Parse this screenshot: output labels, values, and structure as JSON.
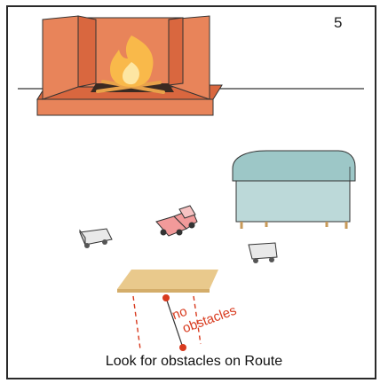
{
  "panel": {
    "number": "5"
  },
  "caption": "Look for obstacles on Route",
  "route_label": {
    "line1": "no",
    "line2": "obstacles"
  },
  "colors": {
    "fireplace": "#e8845a",
    "fireplace_dark": "#d9673f",
    "flame_outer": "#f9b94a",
    "flame_inner": "#fde6a3",
    "ottoman": "#bcd9d9",
    "ottoman_top": "#9dc7c7",
    "toy_truck": "#f29a9a",
    "toy_car": "#e9e9e9",
    "board": "#e9c98c",
    "route": "#d83a1e"
  },
  "icons": [
    "fireplace-icon",
    "fire-icon",
    "ottoman-icon",
    "toy-truck-icon",
    "toy-car-icon",
    "wooden-board-icon"
  ]
}
